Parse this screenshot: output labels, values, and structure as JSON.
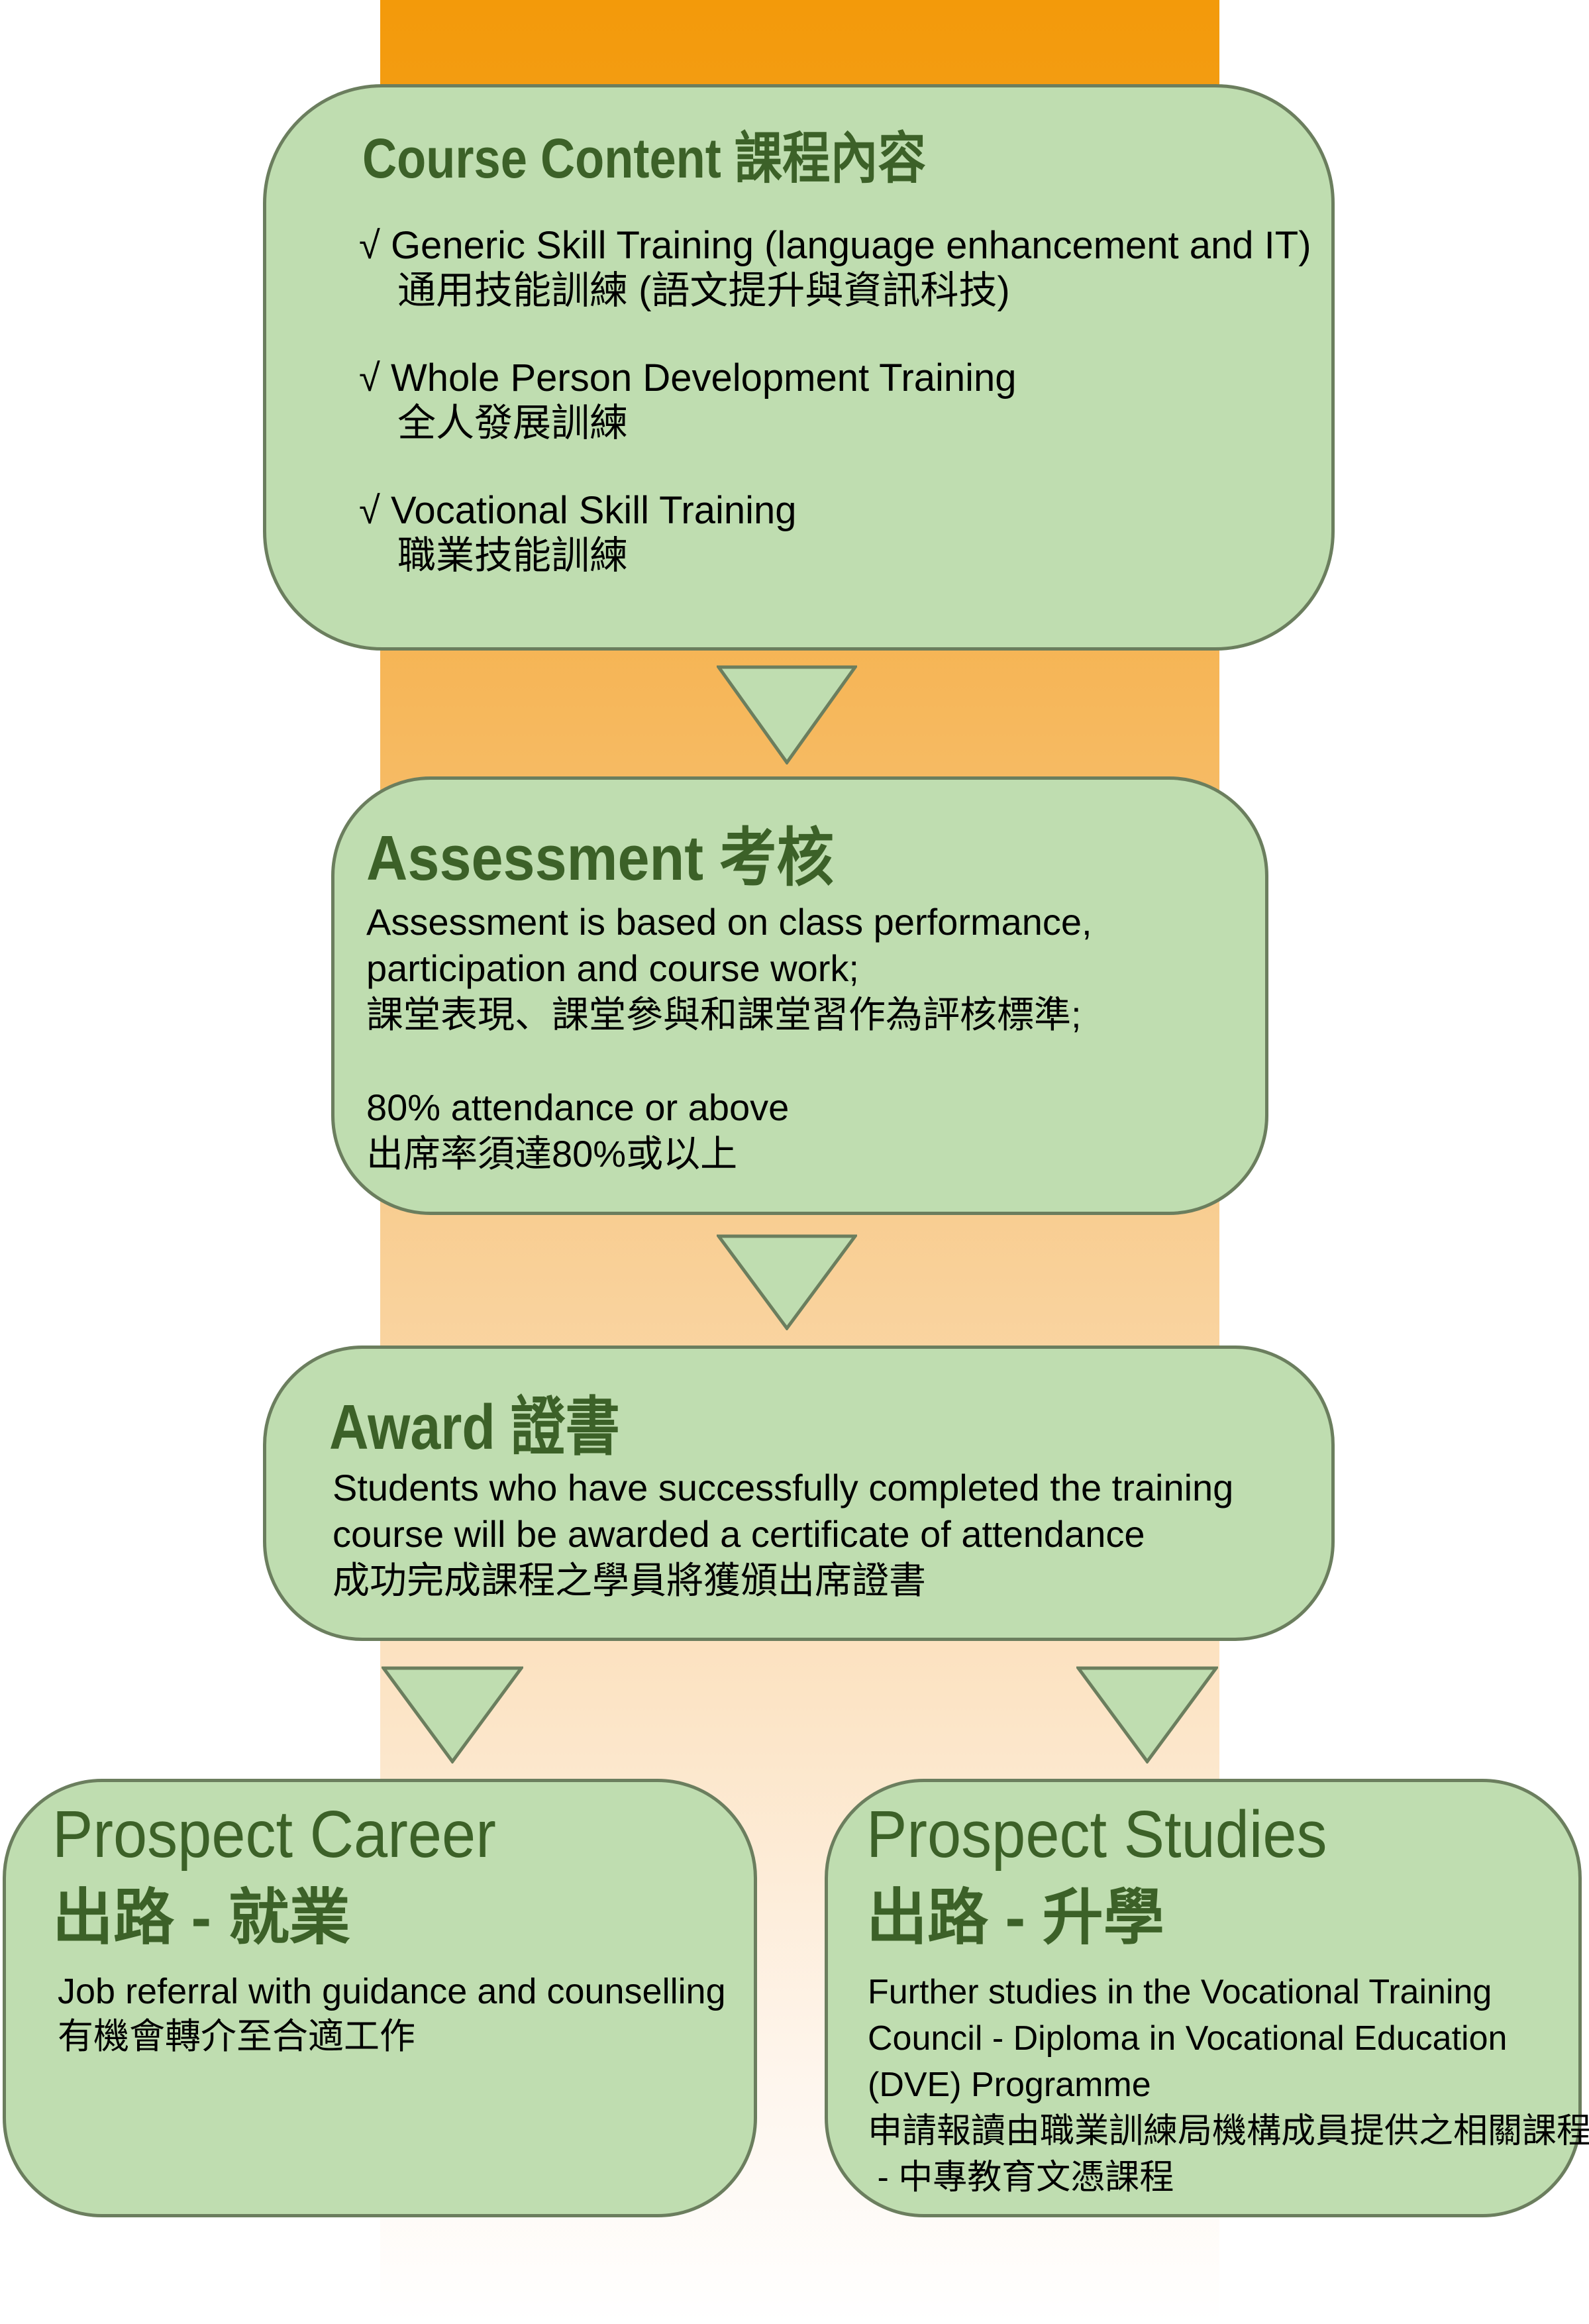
{
  "colors": {
    "box_fill": "#BFDDB0",
    "box_border": "#6B7E5E",
    "title_text": "#3C6128",
    "column_top": "#F39C12",
    "column_bottom": "#FFFFFF"
  },
  "course_content": {
    "title": "Course Content 課程內容",
    "items": [
      {
        "en": "√ Generic Skill Training (language enhancement and IT)",
        "zh": "通用技能訓練 (語文提升與資訊科技)"
      },
      {
        "en": "√ Whole Person Development Training",
        "zh": "全人發展訓練"
      },
      {
        "en": "√ Vocational Skill Training",
        "zh": "職業技能訓練"
      }
    ]
  },
  "assessment": {
    "title": "Assessment 考核",
    "lines": [
      "Assessment is based on class performance,",
      "participation and course work;",
      "課堂表現、課堂參與和課堂習作為評核標準;",
      "80% attendance or above",
      "出席率須達80%或以上"
    ]
  },
  "award": {
    "title": "Award 證書",
    "lines": [
      "Students who have successfully completed the training",
      "course will be awarded a certificate of attendance",
      "成功完成課程之學員將獲頒出席證書"
    ]
  },
  "prospect_career": {
    "title_en": "Prospect Career",
    "title_zh": "出路 - 就業",
    "lines": [
      "Job referral with guidance and counselling",
      "有機會轉介至合適工作"
    ]
  },
  "prospect_studies": {
    "title_en": "Prospect Studies",
    "title_zh": "出路 - 升學",
    "lines": [
      "Further studies in the Vocational Training",
      "Council - Diploma in Vocational Education",
      "(DVE) Programme",
      "申請報讀由職業訓練局機構成員提供之相關課程",
      " - 中專教育文憑課程"
    ]
  }
}
